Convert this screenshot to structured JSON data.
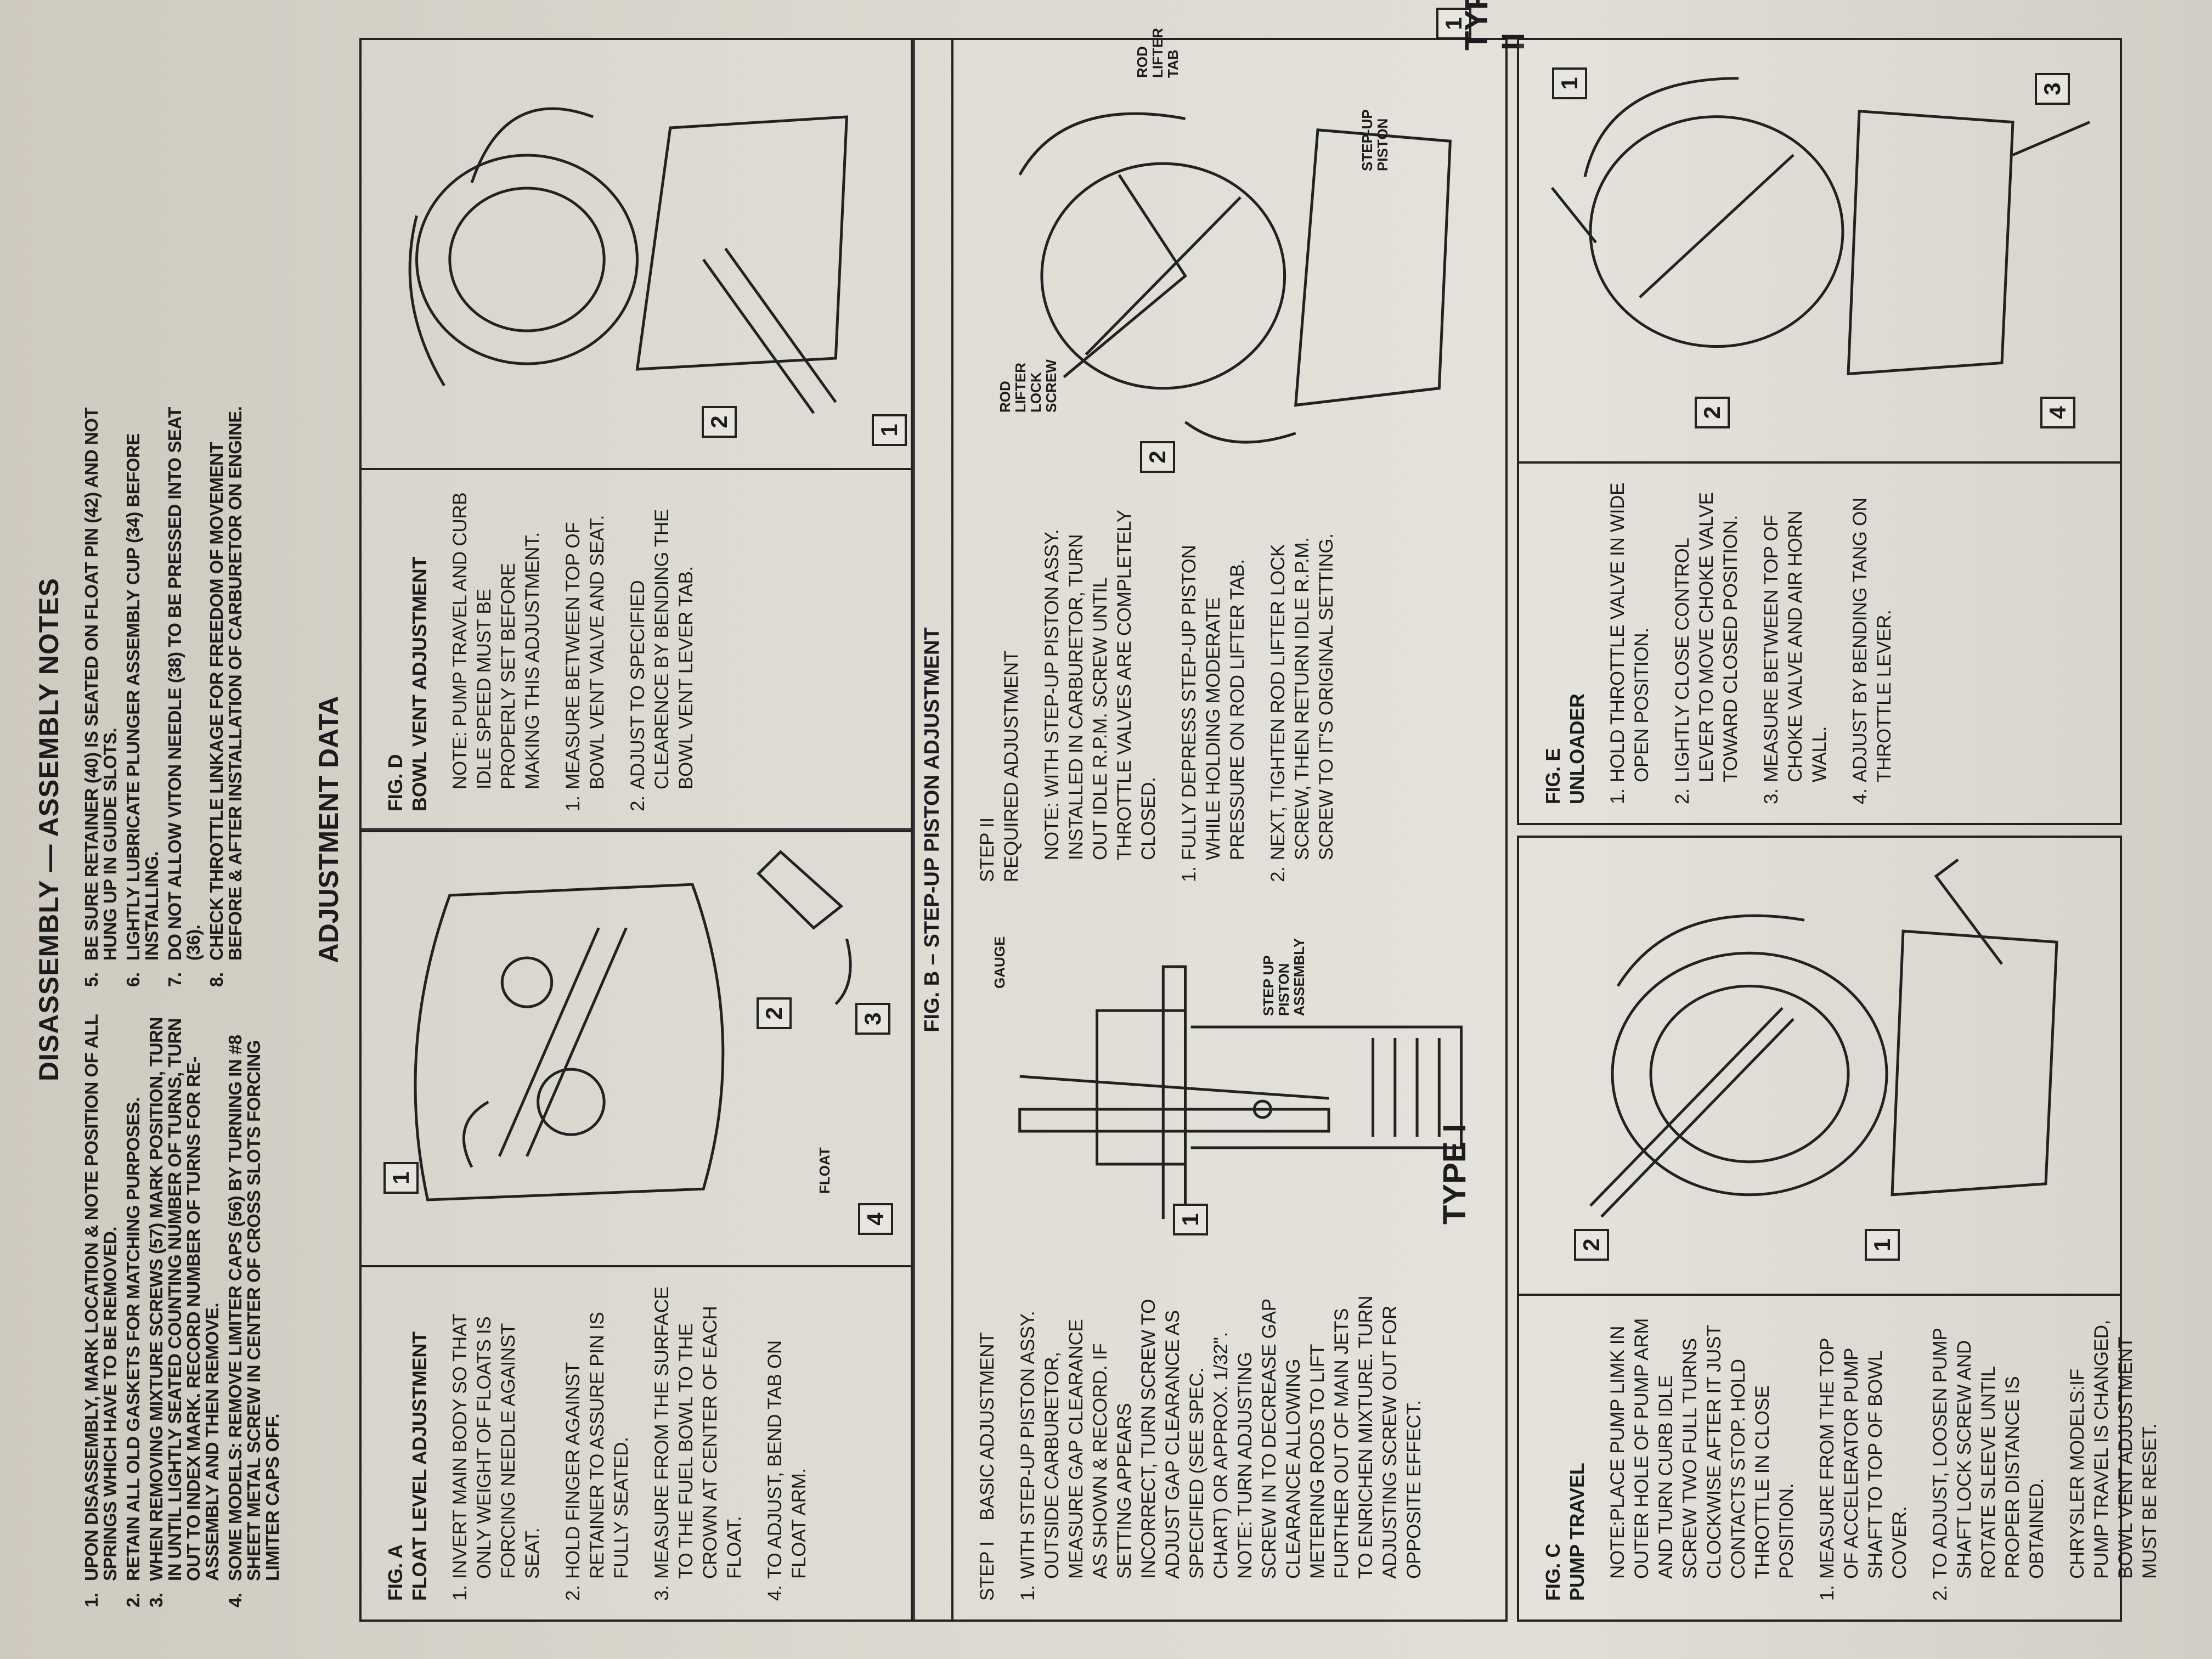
{
  "notes": {
    "title": "DISASSEMBLY — ASSEMBLY NOTES",
    "left": [
      {
        "n": "1.",
        "t": "UPON DISASSEMBLY, MARK LOCATION & NOTE POSITION OF ALL SPRINGS WHICH HAVE TO BE REMOVED."
      },
      {
        "n": "2.",
        "t": "RETAIN ALL OLD GASKETS FOR MATCHING PURPOSES."
      },
      {
        "n": "3.",
        "t": "WHEN REMOVING MIXTURE SCREWS (57) MARK POSITION, TURN IN UNTIL LIGHTLY SEATED COUNTING NUMBER OF TURNS, TURN OUT TO INDEX MARK. RECORD NUMBER OF TURNS FOR RE-ASSEMBLY AND THEN REMOVE."
      },
      {
        "n": "4.",
        "t": "SOME MODELS: REMOVE LIMITER CAPS (56) BY TURNING IN #8 SHEET METAL SCREW IN CENTER OF CROSS SLOTS FORCING LIMITER CAPS OFF."
      }
    ],
    "right": [
      {
        "n": "5.",
        "t": "BE SURE RETAINER (40) IS SEATED ON FLOAT PIN (42) AND NOT HUNG UP IN GUIDE SLOTS."
      },
      {
        "n": "6.",
        "t": "LIGHTLY LUBRICATE PLUNGER ASSEMBLY CUP (34) BEFORE INSTALLING."
      },
      {
        "n": "7.",
        "t": "DO NOT ALLOW VITON NEEDLE (38) TO BE PRESSED INTO SEAT (36)."
      },
      {
        "n": "8.",
        "t": "CHECK THROTTLE LINKAGE FOR FREEDOM OF MOVEMENT BEFORE & AFTER INSTALLATION OF CARBURETOR ON ENGINE."
      }
    ]
  },
  "adjustment_heading": "ADJUSTMENT DATA",
  "fig_a": {
    "fig": "FIG. A",
    "title": "FLOAT LEVEL ADJUSTMENT",
    "steps": [
      {
        "n": "1.",
        "t": "INVERT MAIN BODY SO THAT ONLY WEIGHT OF FLOATS IS FORCING NEEDLE AGAINST SEAT."
      },
      {
        "n": "2.",
        "t": "HOLD FINGER AGAINST RETAINER TO ASSURE PIN IS FULLY SEATED."
      },
      {
        "n": "3.",
        "t": "MEASURE FROM THE SURFACE TO THE FUEL BOWL TO THE CROWN AT CENTER OF EACH FLOAT."
      },
      {
        "n": "4.",
        "t": "TO ADJUST, BEND TAB ON FLOAT ARM."
      }
    ],
    "callouts": [
      "1",
      "2",
      "3",
      "4"
    ],
    "float_label": "FLOAT"
  },
  "fig_d": {
    "fig": "FIG. D",
    "title": "BOWL VENT ADJUSTMENT",
    "note": "NOTE: PUMP TRAVEL AND CURB IDLE SPEED MUST BE PROPERLY SET BEFORE MAKING THIS ADJUSTMENT.",
    "steps": [
      {
        "n": "1.",
        "t": "MEASURE BETWEEN TOP OF BOWL VENT VALVE AND SEAT."
      },
      {
        "n": "2.",
        "t": "ADJUST TO SPECIFIED CLEARENCE BY BENDING THE BOWL VENT LEVER TAB."
      }
    ],
    "callouts": [
      "1",
      "2"
    ]
  },
  "fig_b": {
    "title": "FIG. B – STEP-UP PISTON ADJUSTMENT",
    "step1_heading": "STEP I    BASIC ADJUSTMENT",
    "step1_n": "1.",
    "step1_text": "WITH STEP-UP PISTON ASSY. OUTSIDE CARBURETOR, MEASURE GAP CLEARANCE AS SHOWN & RECORD. IF SETTING APPEARS INCORRECT, TURN SCREW TO ADJUST GAP CLEARANCE AS SPECIFIED (SEE SPEC. CHART) OR APPROX. 1/32\". NOTE: TURN ADJUSTING SCREW IN TO DECREASE GAP CLEARANCE ALLOWING METERING RODS TO LIFT FURTHER OUT OF MAIN JETS TO ENRICHEN MIXTURE. TURN ADJUSTING SCREW OUT FOR OPPOSITE EFFECT.",
    "gauge_label": "GAUGE",
    "piston_label": "STEP UP PISTON ASSEMBLY",
    "type1": "TYPE I",
    "type1_callout": "1",
    "step2_heading": "STEP II",
    "step2_sub": "REQUIRED ADJUSTMENT",
    "step2_note": "NOTE: WITH STEP-UP PISTON ASSY. INSTALLED IN CARBURETOR, TURN OUT IDLE R.P.M. SCREW UNTIL THROTTLE VALVES ARE COMPLETELY CLOSED.",
    "step2_steps": [
      {
        "n": "1.",
        "t": "FULLY DEPRESS STEP-UP PISTON WHILE HOLDING MODERATE PRESSURE ON ROD LIFTER TAB."
      },
      {
        "n": "2.",
        "t": "NEXT, TIGHTEN ROD LIFTER LOCK SCREW, THEN RETURN IDLE R.P.M. SCREW TO IT'S ORIGINAL SETTING."
      }
    ],
    "lock_screw_label": "ROD LIFTER LOCK SCREW",
    "tab_label": "ROD LIFTER TAB",
    "stepup_label": "STEP-UP PISTON",
    "type2": "TYPE II",
    "type2_callouts": [
      "1",
      "2"
    ]
  },
  "fig_c": {
    "fig": "FIG. C",
    "title": "PUMP TRAVEL",
    "note": "NOTE:PLACE PUMP LIMK IN OUTER HOLE OF PUMP ARM AND TURN CURB IDLE SCREW TWO FULL TURNS CLOCKWISE AFTER IT JUST CONTACTS STOP. HOLD THROTTLE IN CLOSE POSITION.",
    "steps": [
      {
        "n": "1.",
        "t": "MEASURE FROM THE TOP OF ACCELERATOR PUMP SHAFT TO TOP OF BOWL COVER."
      },
      {
        "n": "2.",
        "t": "TO ADJUST, LOOSEN PUMP SHAFT LOCK SCREW AND ROTATE SLEEVE UNTIL PROPER DISTANCE IS OBTAINED."
      }
    ],
    "chrysler": "CHRYSLER MODELS:IF PUMP TRAVEL IS CHANGED, BOWL VENT ADJUSTMENT MUST BE RESET.",
    "callouts": [
      "1",
      "2"
    ]
  },
  "fig_e": {
    "fig": "FIG. E",
    "title": "UNLOADER",
    "steps": [
      {
        "n": "1.",
        "t": "HOLD THROTTLE VALVE IN WIDE OPEN POSITION."
      },
      {
        "n": "2.",
        "t": "LIGHTLY CLOSE CONTROL LEVER TO MOVE CHOKE VALVE TOWARD CLOSED POSITION."
      },
      {
        "n": "3.",
        "t": "MEASURE BETWEEN TOP OF CHOKE VALVE AND AIR HORN WALL."
      },
      {
        "n": "4.",
        "t": "ADJUST BY BENDING TANG ON THROTTLE LEVER."
      }
    ],
    "callouts": [
      "1",
      "2",
      "3",
      "4"
    ]
  }
}
